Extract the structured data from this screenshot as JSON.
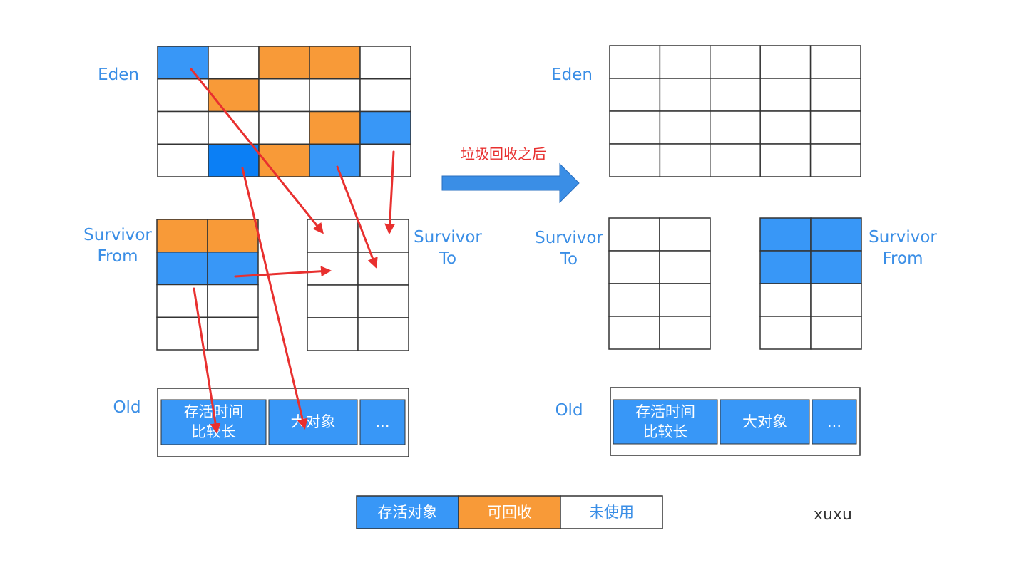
{
  "colors": {
    "alive": "#3897f7",
    "alive_dark": "#0b7ff5",
    "reclaimable": "#f89a38",
    "unused": "#ffffff",
    "border": "#333333",
    "label": "#3a8ee6",
    "arrow": "#e8302f",
    "big_arrow": "#3a8ee6"
  },
  "before": {
    "eden_label": "Eden",
    "eden_cells": [
      [
        "alive",
        "unused",
        "reclaimable",
        "reclaimable",
        "unused"
      ],
      [
        "unused",
        "reclaimable",
        "unused",
        "unused",
        "unused"
      ],
      [
        "unused",
        "unused",
        "unused",
        "reclaimable",
        "alive"
      ],
      [
        "unused",
        "alive_dark",
        "reclaimable",
        "alive",
        "unused"
      ]
    ],
    "from_label_1": "Survivor",
    "from_label_2": "From",
    "from_cells": [
      [
        "reclaimable",
        "reclaimable"
      ],
      [
        "alive",
        "alive"
      ],
      [
        "unused",
        "unused"
      ],
      [
        "unused",
        "unused"
      ]
    ],
    "to_label_1": "Survivor",
    "to_label_2": "To",
    "to_cells": [
      [
        "unused",
        "unused"
      ],
      [
        "unused",
        "unused"
      ],
      [
        "unused",
        "unused"
      ],
      [
        "unused",
        "unused"
      ]
    ],
    "old_label": "Old",
    "old_box_1_line_1": "存活时间",
    "old_box_1_line_2": "比较长",
    "old_box_2": "大对象",
    "old_box_3": "..."
  },
  "transition": {
    "caption": "垃圾回收之后"
  },
  "after": {
    "eden_label": "Eden",
    "eden_cells": [
      [
        "unused",
        "unused",
        "unused",
        "unused",
        "unused"
      ],
      [
        "unused",
        "unused",
        "unused",
        "unused",
        "unused"
      ],
      [
        "unused",
        "unused",
        "unused",
        "unused",
        "unused"
      ],
      [
        "unused",
        "unused",
        "unused",
        "unused",
        "unused"
      ]
    ],
    "to_label_1": "Survivor",
    "to_label_2": "To",
    "to_cells": [
      [
        "unused",
        "unused"
      ],
      [
        "unused",
        "unused"
      ],
      [
        "unused",
        "unused"
      ],
      [
        "unused",
        "unused"
      ]
    ],
    "from_label_1": "Survivor",
    "from_label_2": "From",
    "from_cells": [
      [
        "alive",
        "alive"
      ],
      [
        "alive",
        "alive"
      ],
      [
        "unused",
        "unused"
      ],
      [
        "unused",
        "unused"
      ]
    ],
    "old_label": "Old",
    "old_box_1_line_1": "存活时间",
    "old_box_1_line_2": "比较长",
    "old_box_2": "大对象",
    "old_box_3": "..."
  },
  "legend": {
    "alive": "存活对象",
    "reclaimable": "可回收",
    "unused": "未使用"
  },
  "signature": "xuxu"
}
